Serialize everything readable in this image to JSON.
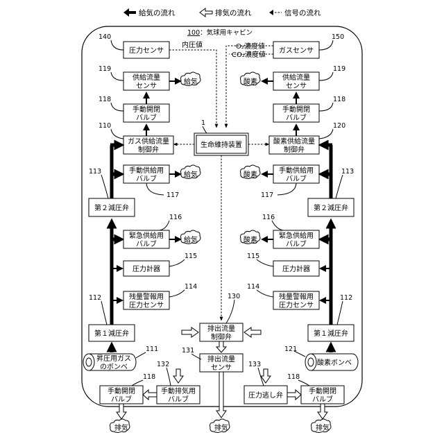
{
  "legend": {
    "supply": "給気の流れ",
    "exhaust": "排気の流れ",
    "signal": "信号の流れ"
  },
  "cabin": {
    "ref": "100",
    "name": "：気球用キャビン"
  },
  "sensors": {
    "pressure": "圧力センサ",
    "pressure_ref": "140",
    "gas": "ガスセンサ",
    "gas_ref": "150",
    "internal_pressure": "内圧値",
    "o2": "O₂濃度値",
    "co2": "CO₂濃度値"
  },
  "center": {
    "ref": "1",
    "name": "生命維持装置"
  },
  "left": {
    "flow_sensor": [
      "供給流量",
      "センサ"
    ],
    "flow_sensor_ref": "119",
    "manual_valve": [
      "手動開閉",
      "バルブ"
    ],
    "manual_valve_ref": "118",
    "control_valve": [
      "ガス供給流量",
      "制御弁"
    ],
    "control_valve_ref": "110",
    "supply_valve": [
      "手動供給用",
      "バルブ"
    ],
    "supply_valve_ref": "117",
    "reducer2": "第２減圧弁",
    "reducer2_ref": "113",
    "emergency_valve": [
      "緊急供給用",
      "バルブ"
    ],
    "emergency_valve_ref": "116",
    "gauge": "圧力計器",
    "gauge_ref": "115",
    "alarm_sensor": [
      "残量警報用",
      "圧力センサ"
    ],
    "alarm_sensor_ref": "114",
    "reducer1": "第１減圧弁",
    "reducer1_ref": "112",
    "cylinder": [
      "昇圧用ガス",
      "のボンベ"
    ],
    "cylinder_ref": "111",
    "cloud": "給気"
  },
  "right": {
    "flow_sensor": [
      "供給流量",
      "センサ"
    ],
    "flow_sensor_ref": "119",
    "manual_valve": [
      "手動開閉",
      "バルブ"
    ],
    "manual_valve_ref": "118",
    "control_valve": [
      "酸素供給流量",
      "制御弁"
    ],
    "control_valve_ref": "120",
    "supply_valve": [
      "手動供給用",
      "バルブ"
    ],
    "supply_valve_ref": "117",
    "reducer2": "第２減圧弁",
    "reducer2_ref": "113",
    "emergency_valve": [
      "緊急供給用",
      "バルブ"
    ],
    "emergency_valve_ref": "116",
    "gauge": "圧力計器",
    "gauge_ref": "115",
    "alarm_sensor": [
      "残量警報用",
      "圧力センサ"
    ],
    "alarm_sensor_ref": "114",
    "reducer1": "第１減圧弁",
    "reducer1_ref": "112",
    "cylinder": "酸素ボンベ",
    "cylinder_ref": "121",
    "cloud": "酸素"
  },
  "exhaust": {
    "flow_valve": [
      "排出流量",
      "制御弁"
    ],
    "flow_valve_ref": "130",
    "flow_sensor": [
      "排出流量",
      "センサ"
    ],
    "flow_sensor_ref": "131",
    "manual_exhaust": [
      "手動排気用",
      "バルブ"
    ],
    "manual_exhaust_ref": "132",
    "relief": "圧力逃し弁",
    "relief_ref": "133",
    "left_manual": [
      "手動開閉",
      "バルブ"
    ],
    "left_manual_ref": "118",
    "right_manual": [
      "手動開閉",
      "バルブ"
    ],
    "right_manual_ref": "118",
    "cloud": "排気"
  }
}
